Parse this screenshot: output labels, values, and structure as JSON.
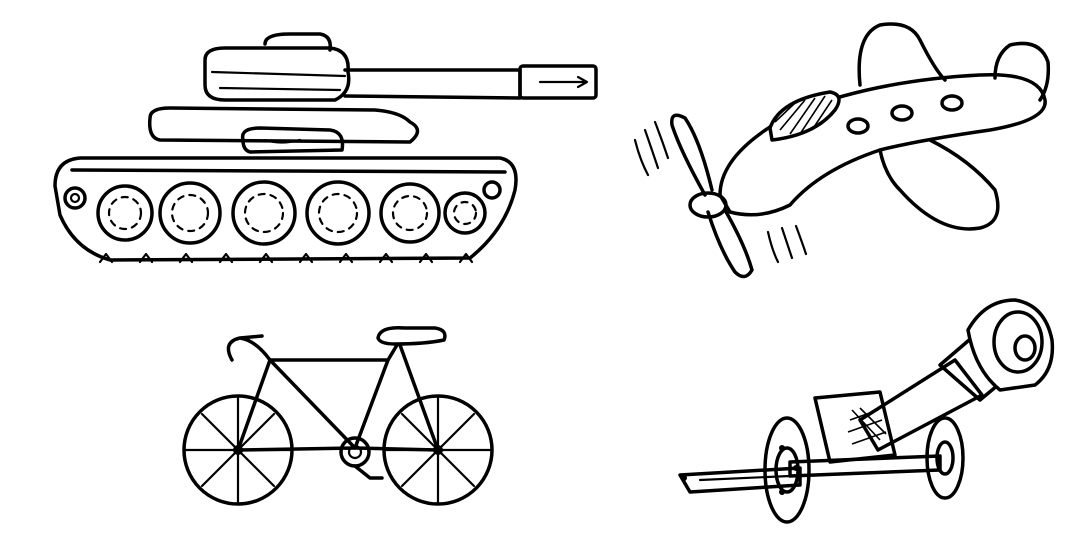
{
  "drawings": [
    {
      "subject": "tank",
      "icon": "tank-icon"
    },
    {
      "subject": "airplane",
      "icon": "airplane-icon"
    },
    {
      "subject": "bicycle",
      "icon": "bicycle-icon"
    },
    {
      "subject": "cannon",
      "icon": "cannon-icon"
    }
  ],
  "colors": {
    "background": "#ffffff",
    "ink": "#000000"
  }
}
